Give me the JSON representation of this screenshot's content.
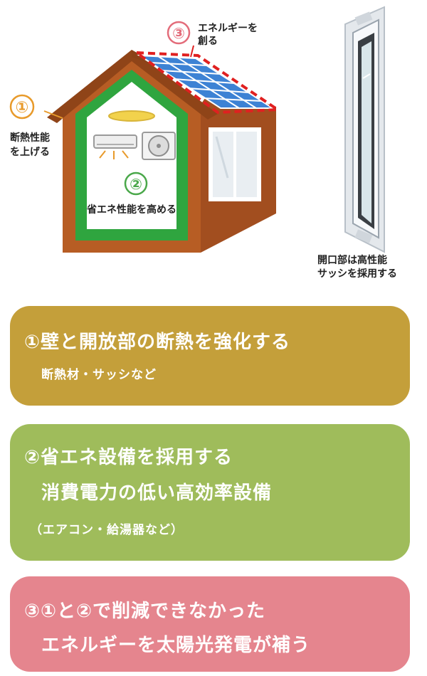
{
  "illustration": {
    "callouts": {
      "one": {
        "number": "①",
        "line1": "断熱性能",
        "line2": "を上げる"
      },
      "two": {
        "number": "②",
        "label": "省エネ性能を高める"
      },
      "three": {
        "number": "③",
        "line1": "エネルギーを",
        "line2": "創る"
      }
    },
    "window_caption": {
      "line1": "開口部は高性能",
      "line2": "サッシを採用する"
    },
    "colors": {
      "house_wall": "#b75d24",
      "house_roof": "#a24e1f",
      "insulation": "#2fa53f",
      "solar_panel": "#3d82d4",
      "dashed_outline": "#e02020",
      "callout_orange": "#e89a2a",
      "callout_green": "#4aa84a",
      "callout_pink": "#e36c7a"
    }
  },
  "cards": [
    {
      "color": "#c49f3a",
      "title": "①壁と開放部の断熱を強化する",
      "sub": "断熱材・サッシなど"
    },
    {
      "color": "#9fbc5b",
      "title": "②省エネ設備を採用する",
      "line2": "消費電力の低い高効率設備",
      "sub": "（エアコン・給湯器など）"
    },
    {
      "color": "#e5858e",
      "title": "③①と②で削減できなかった",
      "line2": "エネルギーを太陽光発電が補う"
    }
  ]
}
